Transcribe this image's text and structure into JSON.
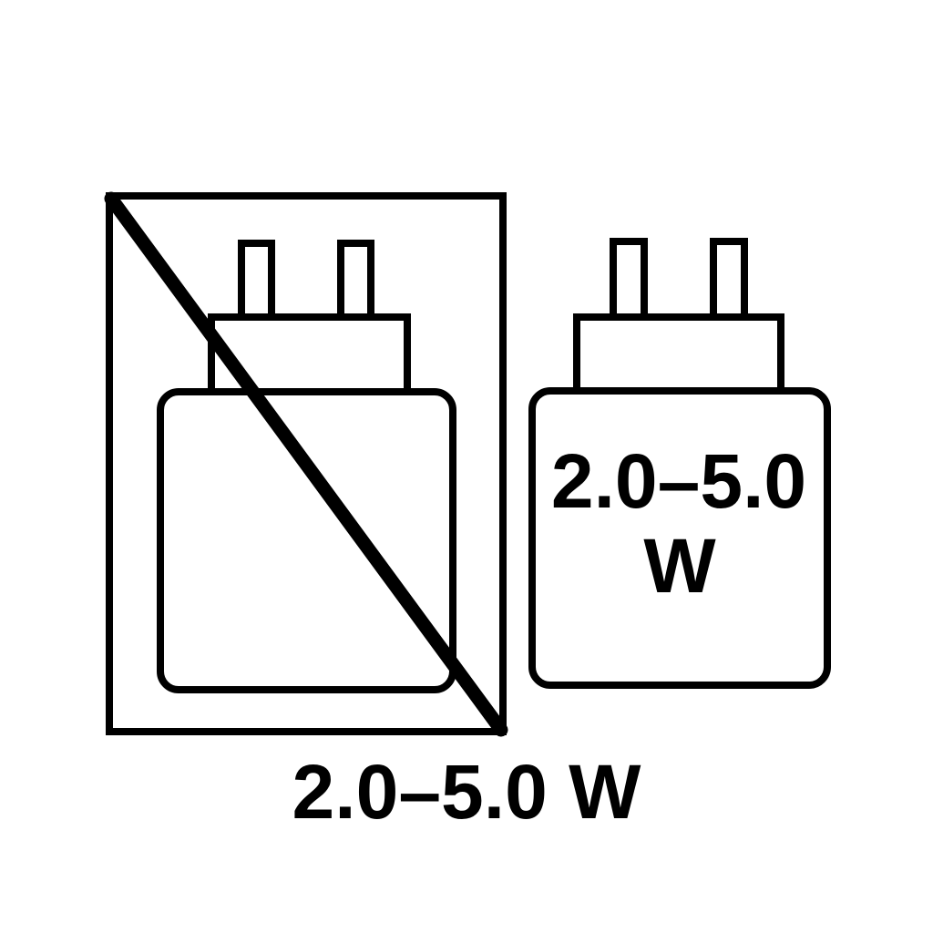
{
  "colors": {
    "ink": "#000000",
    "background": "#ffffff"
  },
  "icons": {
    "left": "power-adapter-crossed-out-icon",
    "right": "power-adapter-icon",
    "slash": "prohibition-slash-icon"
  },
  "right_symbol": {
    "power_range": "2.0–5.0",
    "unit": "W"
  },
  "bottom_label": {
    "power_range_with_unit": "2.0–5.0 W"
  }
}
